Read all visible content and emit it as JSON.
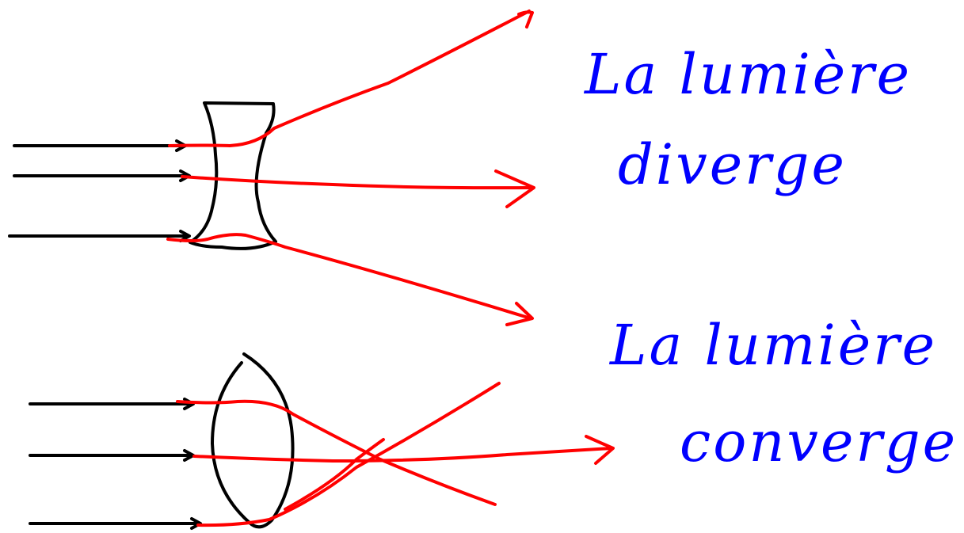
{
  "colors": {
    "ink_black": "#000000",
    "ink_red": "#ff0000",
    "ink_blue": "#0000ff",
    "background": "#ffffff"
  },
  "diverging": {
    "caption_line1": "La lumière",
    "caption_line2": "diverge"
  },
  "converging": {
    "caption_line1": "La lumière",
    "caption_line2": "converge"
  }
}
